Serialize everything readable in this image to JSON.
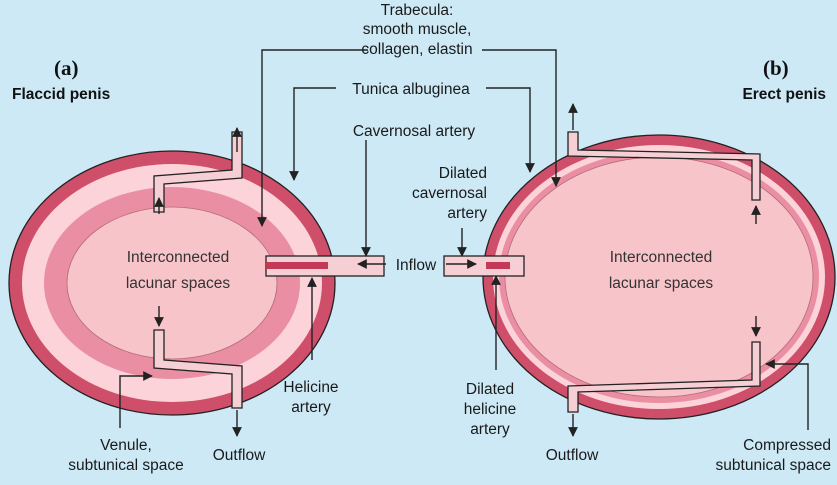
{
  "labels": {
    "trabecula": [
      "Trabecula:",
      "smooth muscle,",
      "collagen, elastin"
    ],
    "tunica": "Tunica albuginea",
    "cavernosal_artery": "Cavernosal artery",
    "dilated_cavernosal": [
      "Dilated",
      "cavernosal",
      "artery"
    ],
    "inflow": "Inflow",
    "helicine": [
      "Helicine",
      "artery"
    ],
    "dilated_helicine": [
      "Dilated",
      "helicine",
      "artery"
    ],
    "venule": [
      "Venule,",
      "subtunical space"
    ],
    "outflow_left": "Outflow",
    "outflow_right": "Outflow",
    "compressed": [
      "Compressed",
      "subtunical space"
    ]
  },
  "panel_a": {
    "letter": "(a)",
    "title": "Flaccid penis",
    "inner": [
      "Interconnected",
      "lacunar spaces"
    ]
  },
  "panel_b": {
    "letter": "(b)",
    "title": "Erect penis",
    "inner": [
      "Interconnected",
      "lacunar spaces"
    ]
  },
  "colors": {
    "background": "#cde9f6",
    "tunica": "#cf4f6b",
    "subtunical": "#fbd3d9",
    "trabecula": "#ea8fa3",
    "lacunar": "#f7c4c9",
    "vessel": "#f6cfd4"
  }
}
